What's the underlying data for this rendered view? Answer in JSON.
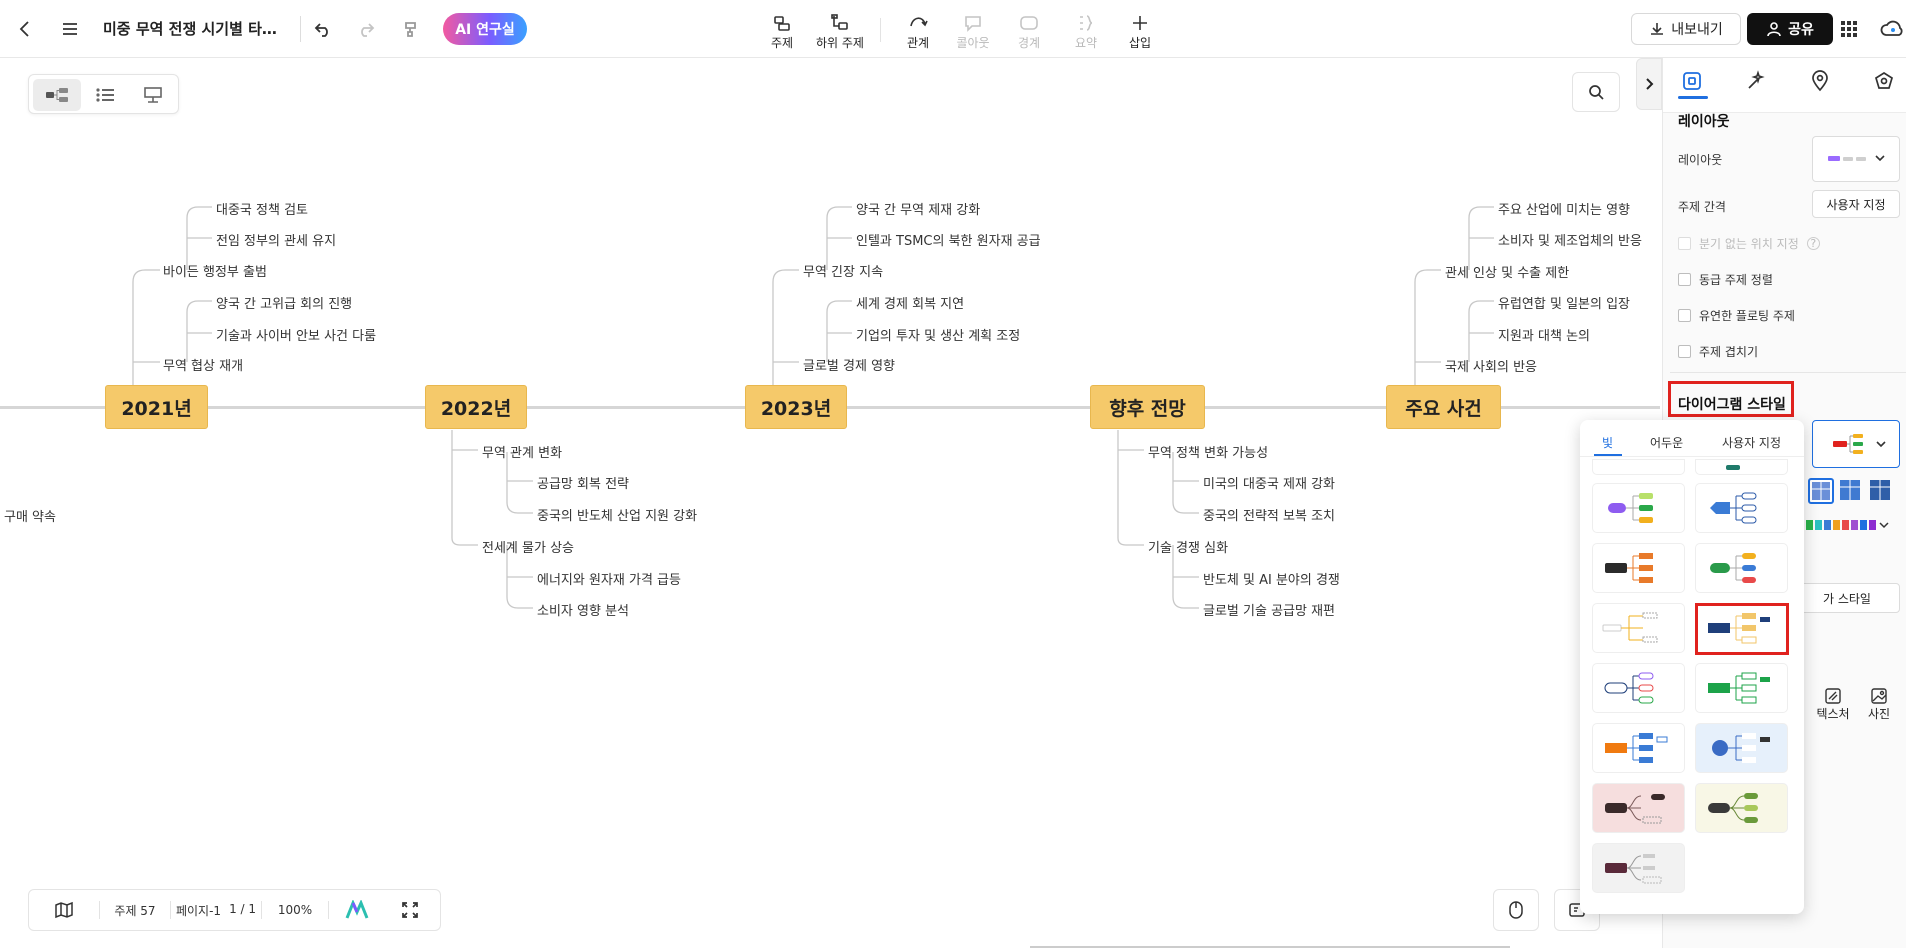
{
  "toolbar": {
    "doc_title": "미중 무역 전쟁 시기별 타임...",
    "ai_label": "AI 연구실",
    "topic": "주제",
    "subtopic": "하위 주제",
    "relation": "관계",
    "callout": "콜아웃",
    "boundary": "경계",
    "summary": "요약",
    "insert": "삽입",
    "export": "내보내기",
    "share": "공유"
  },
  "timeline": {
    "years": [
      "2021년",
      "2022년",
      "2023년",
      "향후 전망",
      "주요 사건"
    ],
    "y2021": {
      "topics": [
        "바이든 행정부 출범",
        "무역 협상 재개"
      ],
      "sub1": [
        "대중국 정책 검토",
        "전임 정부의 관세 유지"
      ],
      "sub2": [
        "양국 간 고위급 회의 진행",
        "기술과 사이버 안보 사건 다룸"
      ]
    },
    "y2022": {
      "topics": [
        "무역 관계 변화",
        "전세계 물가 상승"
      ],
      "sub1": [
        "공급망 회복 전략",
        "중국의 반도체 산업 지원 강화"
      ],
      "sub2": [
        "에너지와 원자재 가격 급등",
        "소비자 영향 분석"
      ]
    },
    "y2023": {
      "topics": [
        "무역 긴장 지속",
        "글로벌 경제 영향"
      ],
      "sub1": [
        "양국 간 무역 제재 강화",
        "인텔과 TSMC의 북한 원자재 공급"
      ],
      "sub2": [
        "세계 경제 회복 지연",
        "기업의 투자 및 생산 계획 조정"
      ]
    },
    "future": {
      "topics": [
        "무역 정책 변화 가능성",
        "기술 경쟁 심화"
      ],
      "sub1": [
        "미국의 대중국 제재 강화",
        "중국의 전략적 보복 조치"
      ],
      "sub2": [
        "반도체 및 AI 분야의 경쟁",
        "글로벌 기술 공급망 재편"
      ]
    },
    "events": {
      "topics": [
        "관세 인상 및 수출 제한",
        "국제 사회의 반응"
      ],
      "sub1": [
        "주요 산업에 미치는 영향",
        "소비자 및 제조업체의 반응"
      ],
      "sub2": [
        "유럽연합 및 일본의 입장",
        "지원과 대책 논의"
      ]
    },
    "offscreen_node": "구매 약속"
  },
  "bottombar": {
    "topic_count": "주제 57",
    "page": "페이지-1",
    "page_num": "1 / 1",
    "zoom": "100%"
  },
  "panel": {
    "layout_title": "레이아웃",
    "layout_label": "레이아웃",
    "spacing_label": "주제 간격",
    "spacing_value": "사용자 지정",
    "opt_no_branch": "분기 없는 위치 지정",
    "opt_align": "동급 주제 정렬",
    "opt_floating": "유연한 플로팅 주제",
    "opt_overlap": "주제 겹치기",
    "diagram_style": "다이어그램 스타일",
    "partial_style_btn": "가 스타일",
    "texture": "텍스처",
    "photo": "사진"
  },
  "popup": {
    "tabs": [
      "빛",
      "어두운",
      "사용자 지정"
    ],
    "active_tab": "빛"
  },
  "colors": {
    "node_fill": "#f5c96a",
    "accent": "#1f6fe0",
    "highlight": "#e0221e"
  }
}
